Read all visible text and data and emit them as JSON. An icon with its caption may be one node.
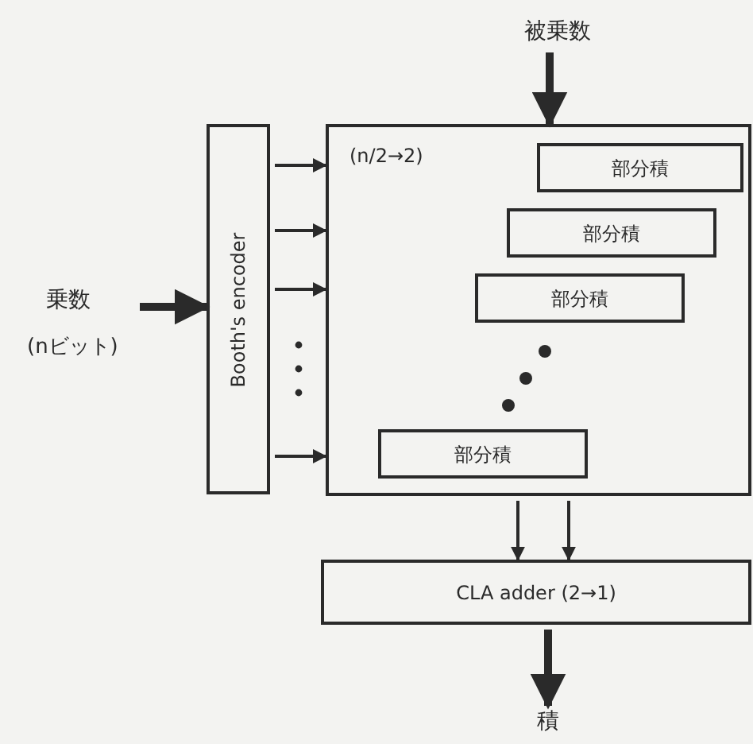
{
  "diagram": {
    "nodes": [
      {
        "text": [
          "被乗数"
        ]
      },
      {
        "text": [
          "乗数",
          "(nビット)"
        ]
      },
      {
        "text": [
          "Booth's encoder"
        ]
      },
      {
        "text": [
          "(n/2→2)"
        ]
      },
      {
        "text": [
          "部分積"
        ],
        "in": 3
      },
      {
        "text": [
          "部分積"
        ],
        "in": 3
      },
      {
        "text": [
          "部分積"
        ],
        "in": 3
      },
      {
        "text": [
          "部分積"
        ],
        "in": 3
      },
      {
        "text": [
          "CLA adder (2→1)"
        ]
      },
      {
        "text": [
          "積"
        ]
      }
    ],
    "edges": [
      {
        "from": 0,
        "to": 3,
        "arrow": "to",
        "style": "thick"
      },
      {
        "from": 1,
        "to": 2,
        "arrow": "to",
        "style": "thick"
      },
      {
        "from": 2,
        "to": 3,
        "arrow": "to"
      },
      {
        "from": 2,
        "to": 3,
        "arrow": "to"
      },
      {
        "from": 2,
        "to": 3,
        "arrow": "to"
      },
      {
        "from": 2,
        "to": 3,
        "arrow": "to"
      },
      {
        "from": 3,
        "to": 8,
        "arrow": "to"
      },
      {
        "from": 3,
        "to": 8,
        "arrow": "to"
      },
      {
        "from": 8,
        "to": 9,
        "arrow": "to",
        "style": "thick"
      }
    ]
  }
}
